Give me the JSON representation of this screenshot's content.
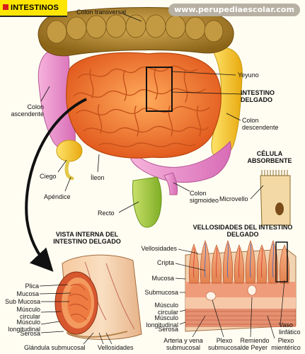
{
  "header": {
    "title": "INTESTINOS",
    "site": "www.perupediaescolar.com"
  },
  "colors": {
    "title_bg": "#ffe600",
    "title_square": "#d71c1c",
    "colon": "#b58a2a",
    "small_intestine": "#f47a2c",
    "descending": "#f2c21c",
    "sigmoid": "#e586c6",
    "appendix": "#e6d34a",
    "rectum": "#9fc63a"
  },
  "main_labels": {
    "colon_transversal": "Colon transversal",
    "yeyuno": "Yeyuno",
    "intestino_delgado": "INTESTINO DELGADO",
    "colon_ascendente": "Colon ascendente",
    "colon_descendente": "Colon descendente",
    "ciego": "Ciego",
    "ileon": "Íleon",
    "apendice": "Apéndice",
    "colon_sigmoideo": "Colon sigmoideo",
    "recto": "Recto"
  },
  "cell": {
    "title": "CÉLULA ABSORBENTE",
    "microvello": "Microvello"
  },
  "internal_view": {
    "title": "VISTA INTERNA DEL INTESTINO DELGADO",
    "plica": "Plica",
    "mucosa": "Mucosa",
    "sub_mucosa": "Sub Mucosa",
    "musculo_circular": "Músculo circular",
    "musculo_longitudinal": "Músculo longitudinal",
    "serosa": "Serosa",
    "glandula": "Glándula submucosal",
    "vellosidades": "Vellosidades"
  },
  "villi_view": {
    "title": "VELLOSIDADES DEL INTESTINO DELGADO",
    "vellosidades": "Vellosidades",
    "cripta": "Cripta",
    "mucosa": "Mucosa",
    "submucosa": "Submucosa",
    "musculo_circular": "Músculo circular",
    "musculo_longitudinal": "Músculo longitudinal",
    "serosa": "Serosa",
    "arteria_vena": "Arteria y vena submucosal",
    "plexo_submucosal": "Plexo submucosal",
    "remiendo_peyer": "Remiendo de Peyer",
    "plexo_mienterico": "Plexo mientérico",
    "vaso_linfatico": "Vaso linfático"
  }
}
